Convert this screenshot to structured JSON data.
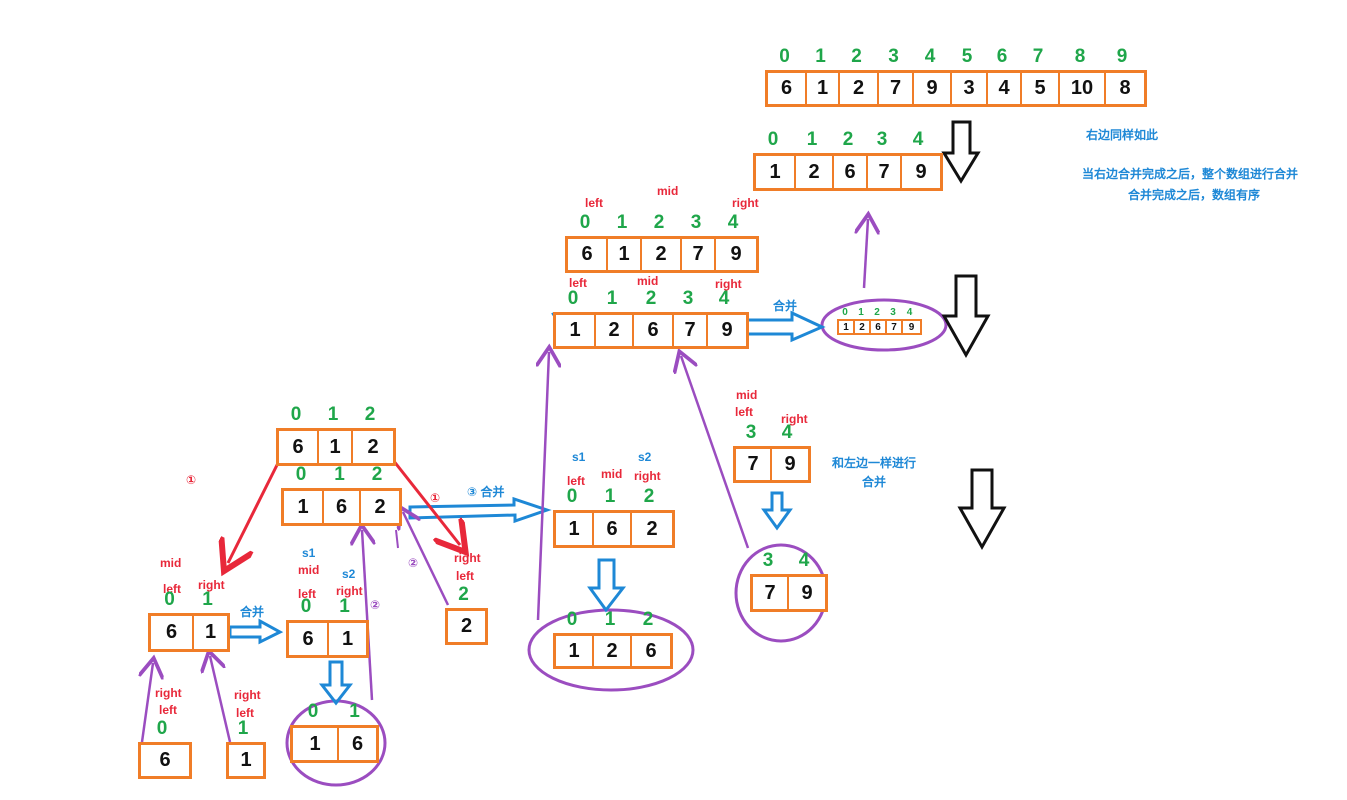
{
  "arrays": [
    {
      "id": "full-array",
      "values": [
        "6",
        "1",
        "2",
        "7",
        "9",
        "3",
        "4",
        "5",
        "10",
        "8"
      ],
      "indices": [
        "0",
        "1",
        "2",
        "3",
        "4",
        "5",
        "6",
        "7",
        "8",
        "9"
      ]
    },
    {
      "id": "right-note-array",
      "values": [
        "1",
        "2",
        "6",
        "7",
        "9"
      ],
      "indices": [
        "0",
        "1",
        "2",
        "3",
        "4"
      ]
    },
    {
      "id": "left-half-array",
      "values": [
        "6",
        "1",
        "2",
        "7",
        "9"
      ],
      "indices": [
        "0",
        "1",
        "2",
        "3",
        "4"
      ]
    },
    {
      "id": "merged-left-half",
      "values": [
        "1",
        "2",
        "6",
        "7",
        "9"
      ],
      "indices": [
        "0",
        "1",
        "2",
        "3",
        "4"
      ]
    },
    {
      "id": "circled-merged-left-half",
      "values": [
        "1",
        "2",
        "6",
        "7",
        "9"
      ],
      "indices": [
        "0",
        "1",
        "2",
        "3",
        "4"
      ]
    },
    {
      "id": "array-612",
      "values": [
        "6",
        "1",
        "2"
      ],
      "indices": [
        "0",
        "1",
        "2"
      ]
    },
    {
      "id": "array-162",
      "values": [
        "1",
        "6",
        "2"
      ],
      "indices": [
        "0",
        "1",
        "2"
      ]
    },
    {
      "id": "array-162-right",
      "values": [
        "1",
        "6",
        "2"
      ],
      "indices": [
        "0",
        "1",
        "2"
      ]
    },
    {
      "id": "circled-126",
      "values": [
        "1",
        "2",
        "6"
      ],
      "indices": [
        "0",
        "1",
        "2"
      ]
    },
    {
      "id": "array-79",
      "values": [
        "7",
        "9"
      ],
      "indices": [
        "3",
        "4"
      ]
    },
    {
      "id": "circled-79",
      "values": [
        "7",
        "9"
      ],
      "indices": [
        "3",
        "4"
      ]
    },
    {
      "id": "array-61",
      "values": [
        "6",
        "1"
      ],
      "indices": [
        "0",
        "1"
      ]
    },
    {
      "id": "array-61-merge",
      "values": [
        "6",
        "1"
      ],
      "indices": [
        "0",
        "1"
      ]
    },
    {
      "id": "circled-16",
      "values": [
        "1",
        "6"
      ],
      "indices": [
        "0",
        "1"
      ]
    },
    {
      "id": "single-6",
      "values": [
        "6"
      ],
      "indices": [
        "0"
      ]
    },
    {
      "id": "single-1",
      "values": [
        "1"
      ],
      "indices": [
        "1"
      ]
    },
    {
      "id": "single-2",
      "values": [
        "2"
      ],
      "indices": [
        "2"
      ]
    }
  ],
  "labels": {
    "left": "left",
    "right": "right",
    "mid": "mid",
    "s1": "s1",
    "s2": "s2",
    "merge": "合并",
    "step1": "①",
    "step2": "②",
    "step3_merge": "③ 合并"
  },
  "notes": {
    "right_same": "右边同样如此",
    "whole_merge_line1": "当右边合并完成之后，整个数组进行合并",
    "whole_merge_line2": "合并完成之后，数组有序",
    "same_as_left_line1": "和左边一样进行",
    "same_as_left_line2": "合并"
  },
  "colors": {
    "box": "#f07d28",
    "index": "#1fa64a",
    "pointer_label": "#e8283a",
    "merge_arrow": "#1e88d6",
    "split_arrow": "#e8283a",
    "return_arrow": "#9b4dc0",
    "flow_arrow": "#111111"
  }
}
